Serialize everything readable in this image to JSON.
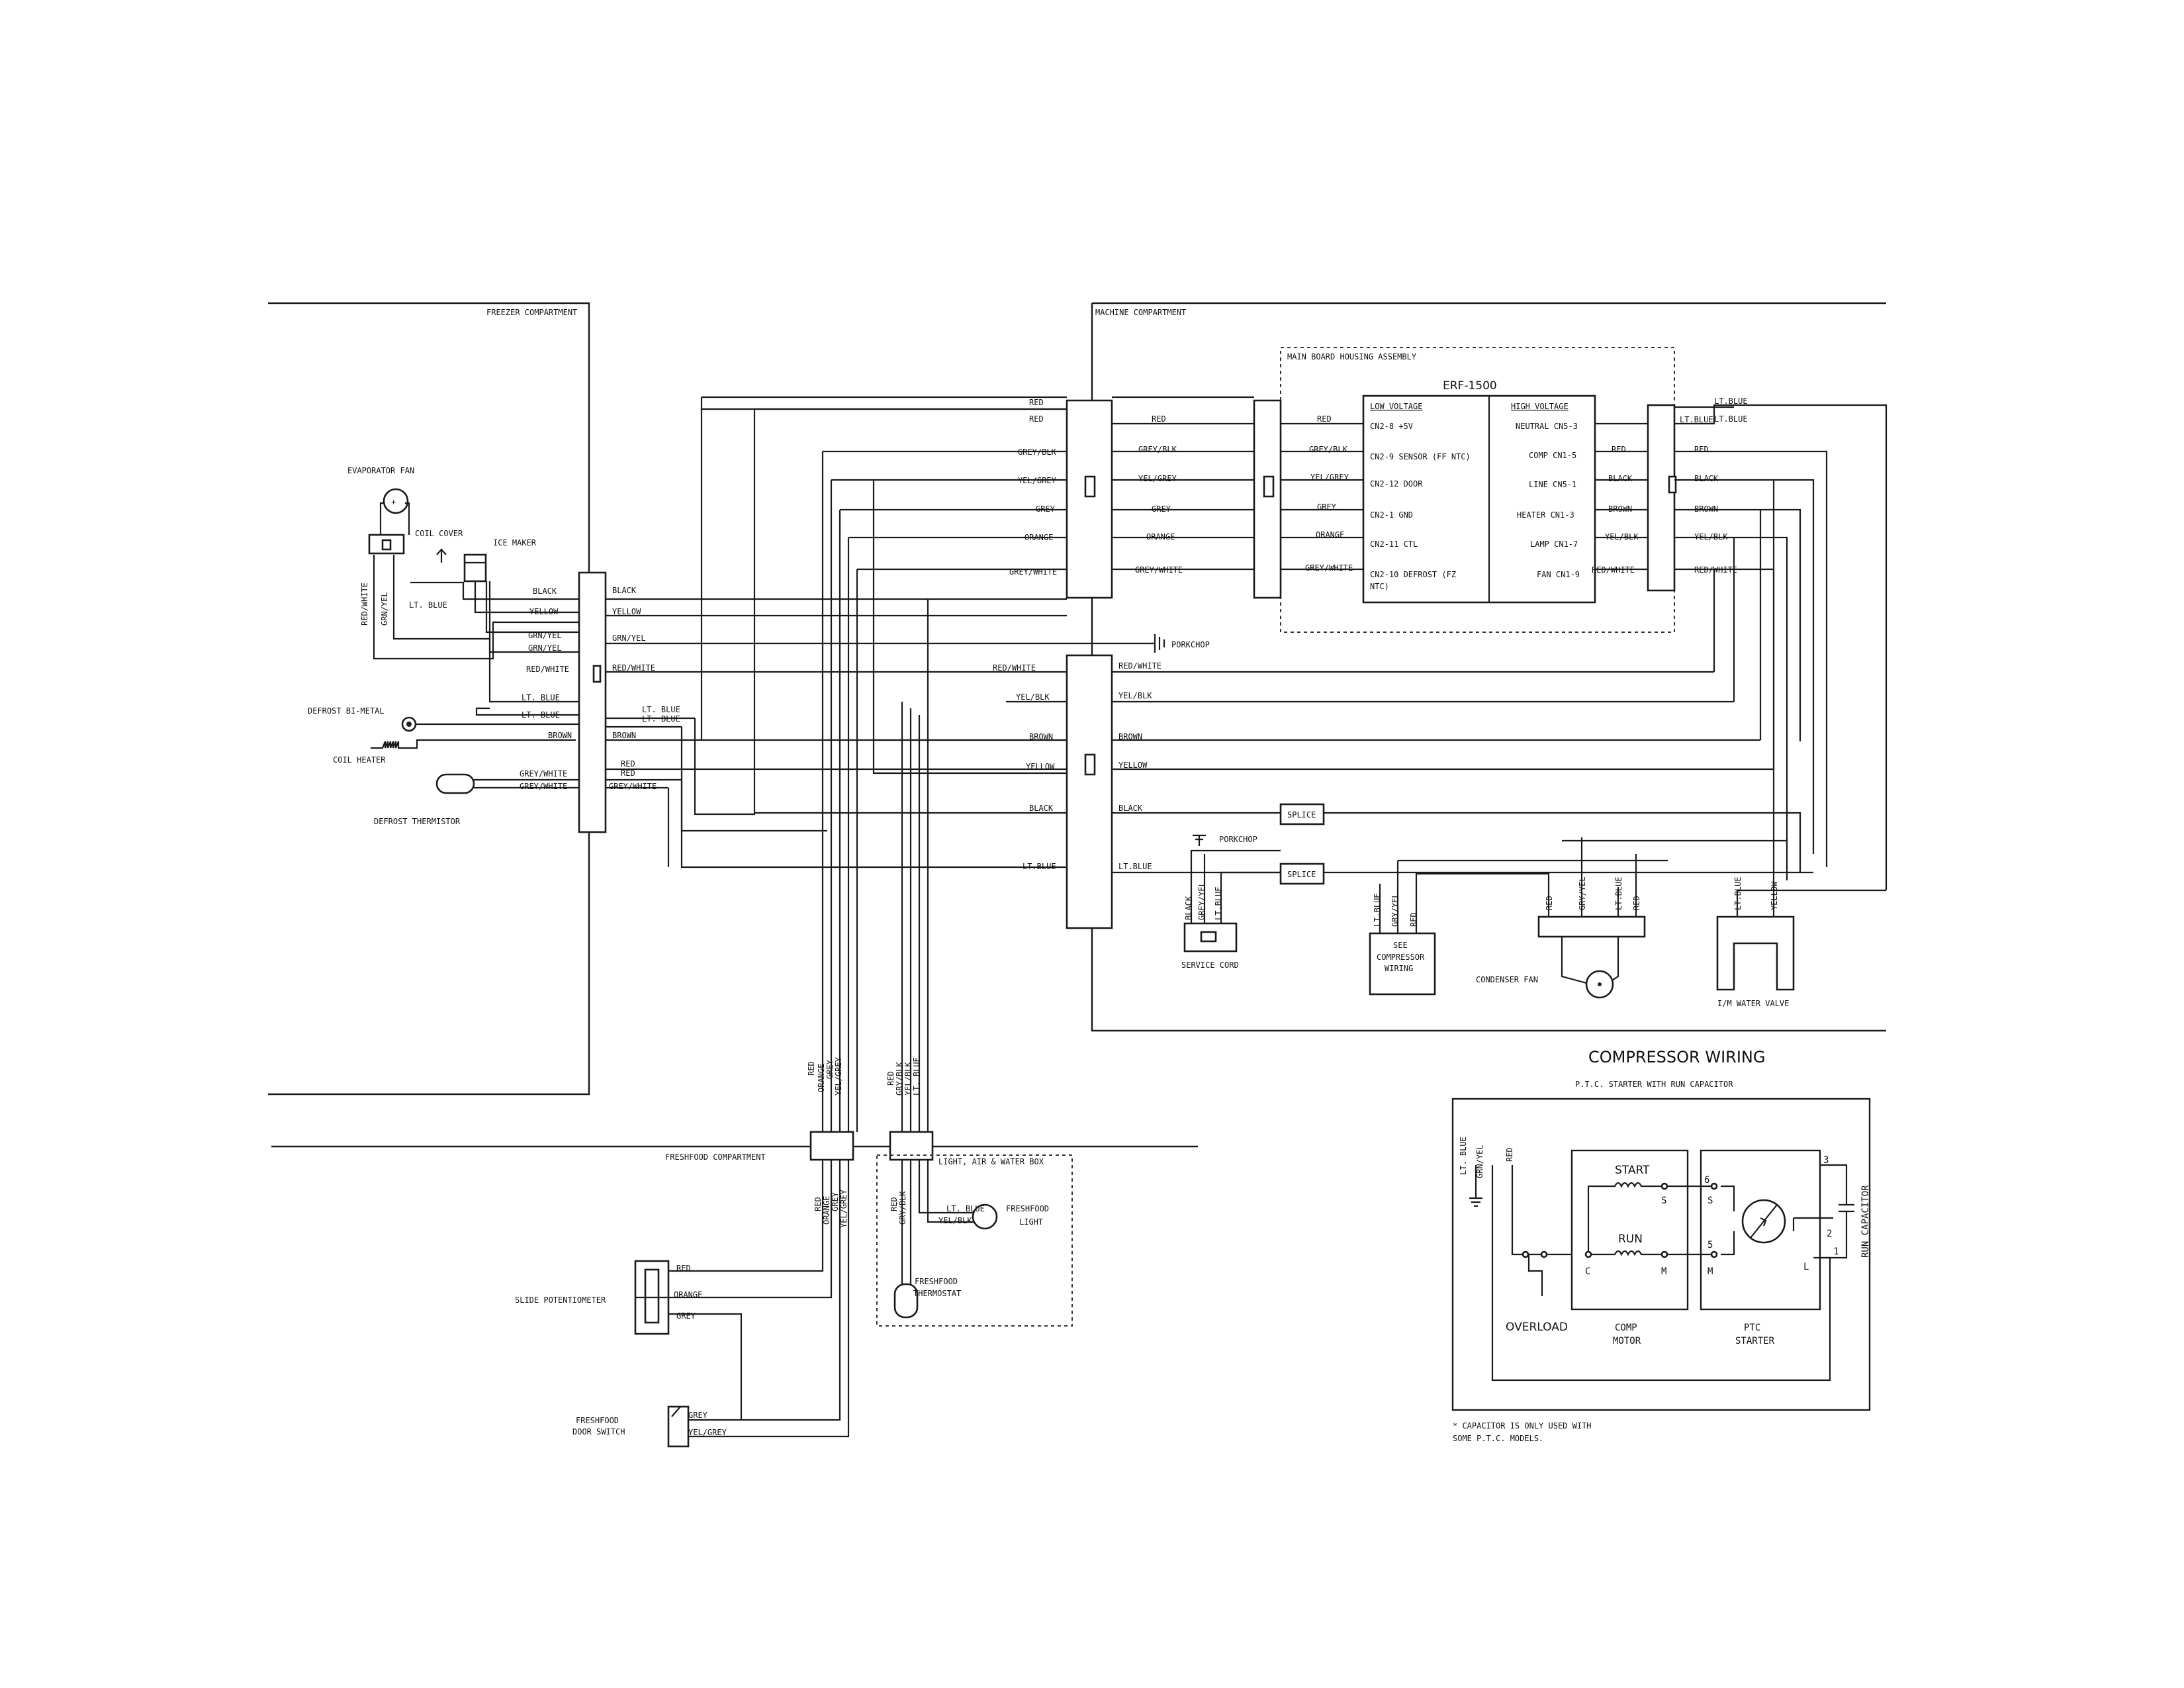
{
  "sections": {
    "freezer": "FREEZER COMPARTMENT",
    "machine": "MACHINE COMPARTMENT",
    "freshfood": "FRESHFOOD COMPARTMENT",
    "light_box": "LIGHT, AIR & WATER BOX"
  },
  "main_board": {
    "housing": "MAIN BOARD HOUSING ASSEMBLY",
    "model": "ERF-1500",
    "low_voltage_title": "LOW VOLTAGE",
    "high_voltage_title": "HIGH VOLTAGE",
    "low_pins": [
      "CN2-8 +5V",
      "CN2-9 SENSOR (FF NTC)",
      "CN2-12 DOOR",
      "CN2-1 GND",
      "CN2-11 CTL",
      "CN2-10 DEFROST (FZ",
      "NTC)"
    ],
    "high_pins": [
      "NEUTRAL CN5-3",
      "COMP CN1-5",
      "LINE CN5-1",
      "HEATER CN1-3",
      "LAMP CN1-7",
      "FAN CN1-9"
    ]
  },
  "components": {
    "evaporator_fan": "EVAPORATOR FAN",
    "coil_cover": "COIL COVER",
    "ice_maker": "ICE MAKER",
    "defrost_bimetal": "DEFROST BI-METAL",
    "coil_heater": "COIL HEATER",
    "defrost_thermistor": "DEFROST THERMISTOR",
    "porkchop": "PORKCHOP",
    "splice": "SPLICE",
    "service_cord": "SERVICE CORD",
    "see_comp_1": "SEE",
    "see_comp_2": "COMPRESSOR",
    "see_comp_3": "WIRING",
    "condenser_fan": "CONDENSER FAN",
    "water_valve": "I/M WATER VALVE",
    "slide_pot": "SLIDE POTENTIOMETER",
    "ff_switch_1": "FRESHFOOD",
    "ff_switch_2": "DOOR SWITCH",
    "ff_light_1": "FRESHFOOD",
    "ff_light_2": "LIGHT",
    "ff_thermo_1": "FRESHFOOD",
    "ff_thermo_2": "THERMOSTAT"
  },
  "wires": {
    "black": "BLACK",
    "yellow": "YELLOW",
    "grn_yel": "GRN/YEL",
    "red_white": "RED/WHITE",
    "lt_blue": "LT. BLUE",
    "ltblue": "LT.BLUE",
    "brown": "BROWN",
    "red": "RED",
    "grey_white": "GREY/WHITE",
    "grey_blk": "GREY/BLK",
    "yel_grey": "YEL/GREY",
    "grey": "GREY",
    "orange": "ORANGE",
    "yel_blk": "YEL/BLK",
    "gry_blk": "GRY/BLK",
    "gry_yel": "GRY/YEL",
    "grey_yel": "GREY/YEL"
  },
  "compressor": {
    "title": "COMPRESSOR WIRING",
    "subtitle": "P.T.C. STARTER WITH RUN CAPACITOR",
    "start": "START",
    "run": "RUN",
    "s": "S",
    "c": "C",
    "m": "M",
    "l": "L",
    "pin6": "6",
    "pin5": "5",
    "pin3": "3",
    "pin2": "2",
    "pin1": "1",
    "overload": "OVERLOAD",
    "motor_1": "COMP",
    "motor_2": "MOTOR",
    "ptc_1": "PTC",
    "ptc_2": "STARTER",
    "run_cap": "RUN CAPACITOR",
    "note_1": "* CAPACITOR IS ONLY USED WITH",
    "note_2": "SOME P.T.C. MODELS."
  }
}
